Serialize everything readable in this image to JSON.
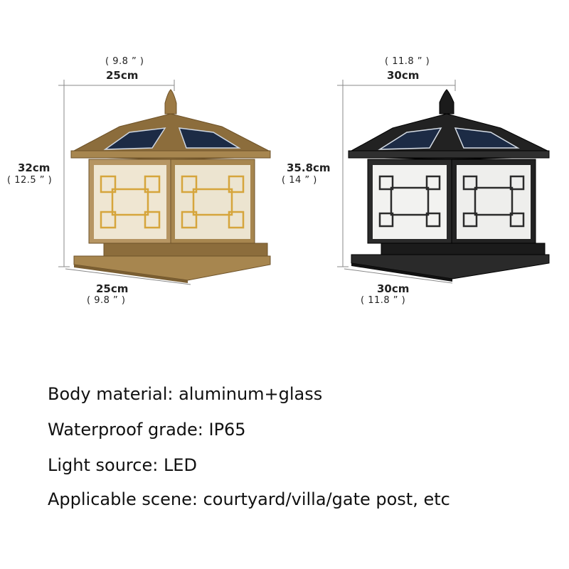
{
  "lamps": [
    {
      "finish": "bronze",
      "top_width_in": "( 9.8 ” )",
      "top_width_cm": "25cm",
      "height_cm": "32cm",
      "height_in": "( 12.5 ” )",
      "base_width_cm": "25cm",
      "base_width_in": "( 9.8 ” )",
      "colors": {
        "frame": "#9c7a45",
        "frame_dark": "#6e5228",
        "panel": "#efe6d2",
        "pattern": "#d6a53c"
      }
    },
    {
      "finish": "black",
      "top_width_in": "( 11.8 ” )",
      "top_width_cm": "30cm",
      "height_cm": "35.8cm",
      "height_in": "( 14 ” )",
      "base_width_cm": "30cm",
      "base_width_in": "( 11.8 ” )",
      "colors": {
        "frame": "#2a2a2a",
        "frame_dark": "#111111",
        "panel": "#f2f2f0",
        "pattern": "#2b2b2b"
      }
    }
  ],
  "specs": [
    "Body material: aluminum+glass",
    "Waterproof grade: IP65",
    "Light source: LED",
    "Applicable scene: courtyard/villa/gate post, etc"
  ]
}
